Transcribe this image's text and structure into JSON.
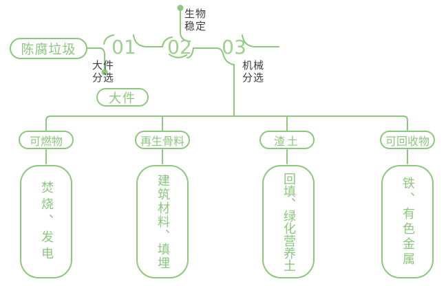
{
  "colors": {
    "line_green": "#8BC77C",
    "number_green": "#9CD28D",
    "label_dark": "#3C3C3C"
  },
  "source": {
    "label": "陈腐垃圾"
  },
  "steps": [
    {
      "number": "01",
      "label": "大件\n分选"
    },
    {
      "number": "02",
      "label": "生物\n稳定"
    },
    {
      "number": "03",
      "label": "机械\n分选"
    }
  ],
  "bulky": {
    "label": "大件"
  },
  "branches": [
    {
      "category": "可燃物",
      "detail": "焚烧、发电"
    },
    {
      "category": "再生骨料",
      "detail": "建筑材料、填埋"
    },
    {
      "category": "渣土",
      "detail": "回填、绿化营养土"
    },
    {
      "category": "可回收物",
      "detail": "铁、有色金属"
    }
  ]
}
